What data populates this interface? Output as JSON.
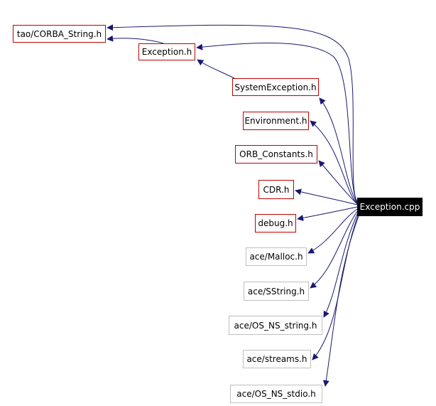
{
  "diagram": {
    "root": {
      "id": "exception_cpp",
      "label": "Exception.cpp",
      "style": "black"
    },
    "nodes": [
      {
        "id": "tao_corba_string_h",
        "label": "tao/CORBA_String.h",
        "style": "red"
      },
      {
        "id": "exception_h",
        "label": "Exception.h",
        "style": "red"
      },
      {
        "id": "systemexception_h",
        "label": "SystemException.h",
        "style": "red"
      },
      {
        "id": "environment_h",
        "label": "Environment.h",
        "style": "red"
      },
      {
        "id": "orb_constants_h",
        "label": "ORB_Constants.h",
        "style": "red"
      },
      {
        "id": "cdr_h",
        "label": "CDR.h",
        "style": "red"
      },
      {
        "id": "debug_h",
        "label": "debug.h",
        "style": "red"
      },
      {
        "id": "ace_malloc_h",
        "label": "ace/Malloc.h",
        "style": "grey"
      },
      {
        "id": "ace_sstring_h",
        "label": "ace/SString.h",
        "style": "grey"
      },
      {
        "id": "ace_os_ns_string_h",
        "label": "ace/OS_NS_string.h",
        "style": "grey"
      },
      {
        "id": "ace_streams_h",
        "label": "ace/streams.h",
        "style": "grey"
      },
      {
        "id": "ace_os_ns_stdio_h",
        "label": "ace/OS_NS_stdio.h",
        "style": "grey"
      }
    ],
    "edges": [
      {
        "from": "exception_cpp",
        "to": "tao_corba_string_h"
      },
      {
        "from": "exception_cpp",
        "to": "exception_h"
      },
      {
        "from": "exception_cpp",
        "to": "systemexception_h"
      },
      {
        "from": "exception_cpp",
        "to": "environment_h"
      },
      {
        "from": "exception_cpp",
        "to": "orb_constants_h"
      },
      {
        "from": "exception_cpp",
        "to": "cdr_h"
      },
      {
        "from": "exception_cpp",
        "to": "debug_h"
      },
      {
        "from": "exception_cpp",
        "to": "ace_malloc_h"
      },
      {
        "from": "exception_cpp",
        "to": "ace_sstring_h"
      },
      {
        "from": "exception_cpp",
        "to": "ace_os_ns_string_h"
      },
      {
        "from": "exception_cpp",
        "to": "ace_streams_h"
      },
      {
        "from": "exception_cpp",
        "to": "ace_os_ns_stdio_h"
      },
      {
        "from": "exception_h",
        "to": "tao_corba_string_h"
      },
      {
        "from": "systemexception_h",
        "to": "exception_h"
      }
    ],
    "colors": {
      "edge": "#191970",
      "red_border": "#c00000",
      "grey_border": "#bfbfbf",
      "root_fill": "#000000"
    }
  }
}
